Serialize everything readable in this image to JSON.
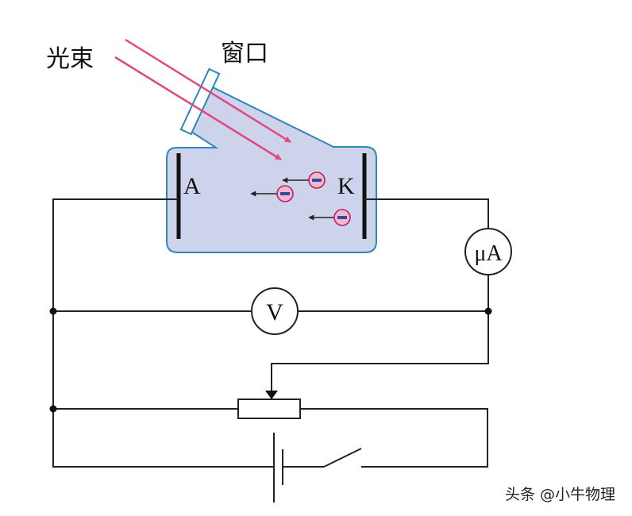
{
  "labels": {
    "light_beam": "光束",
    "window": "窗口",
    "anode": "A",
    "cathode": "K",
    "microammeter": "μA",
    "voltmeter": "V",
    "electron_sign": "-"
  },
  "watermark": "头条 @小牛物理",
  "colors": {
    "tube_fill": "#cdd3ea",
    "tube_stroke": "#2f86b8",
    "light_ray": "#e0487e",
    "electron_fill": "#f3b8cf",
    "electron_stroke": "#b2245e",
    "electron_sign": "#2b4f9e",
    "wire": "#222222"
  }
}
